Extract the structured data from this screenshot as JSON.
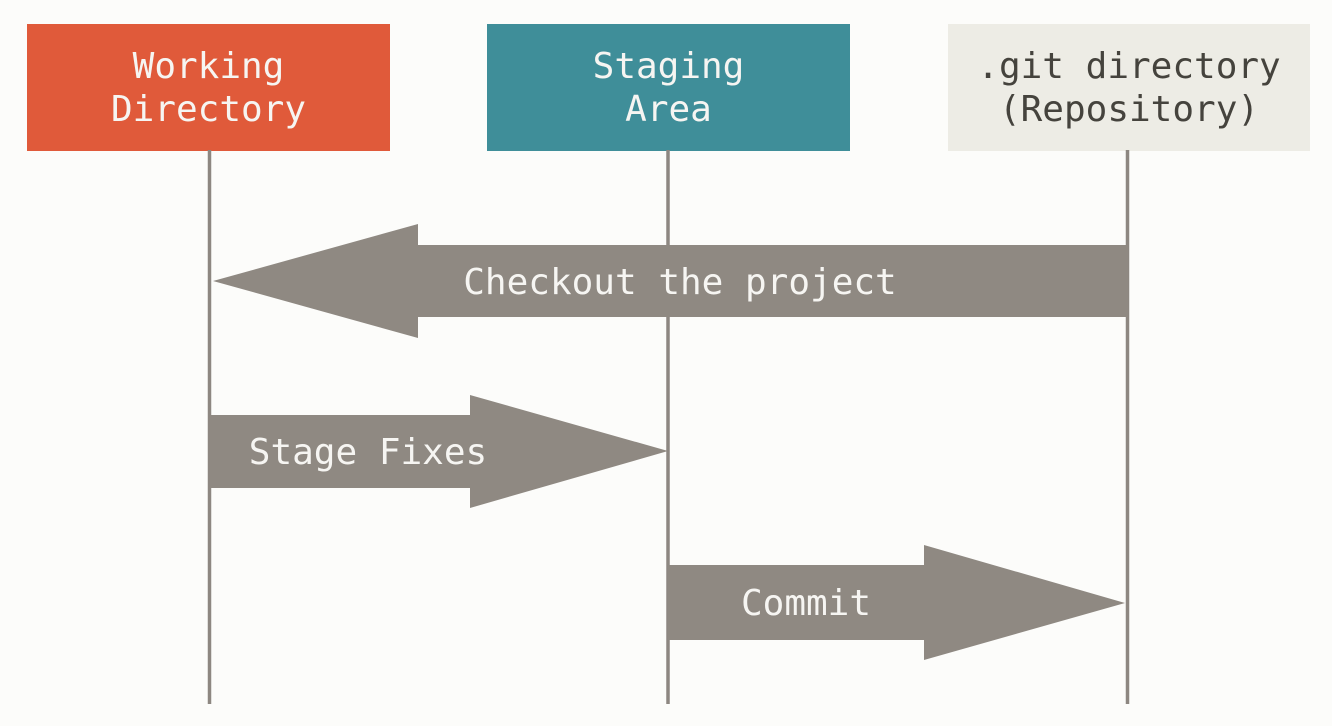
{
  "diagram": {
    "background": "#FCFCFA",
    "arrow_color": "#8F8982",
    "arrow_label_color": "#F6F5F2",
    "lifeline_color": "#8D8781",
    "boxes": [
      {
        "id": "working-directory",
        "line1": "Working",
        "line2": "Directory",
        "bg": "#E05A3A",
        "fg": "#F6F5F2"
      },
      {
        "id": "staging-area",
        "line1": "Staging",
        "line2": "Area",
        "bg": "#3F8E99",
        "fg": "#F6F5F2"
      },
      {
        "id": "git-directory",
        "line1": ".git directory",
        "line2": "(Repository)",
        "bg": "#EDECE5",
        "fg": "#45433D"
      }
    ],
    "arrows": [
      {
        "id": "checkout",
        "label": "Checkout the project",
        "direction": "left",
        "from": "git-directory",
        "to": "working-directory"
      },
      {
        "id": "stage-fixes",
        "label": "Stage Fixes",
        "direction": "right",
        "from": "working-directory",
        "to": "staging-area"
      },
      {
        "id": "commit",
        "label": "Commit",
        "direction": "right",
        "from": "staging-area",
        "to": "git-directory"
      }
    ]
  }
}
